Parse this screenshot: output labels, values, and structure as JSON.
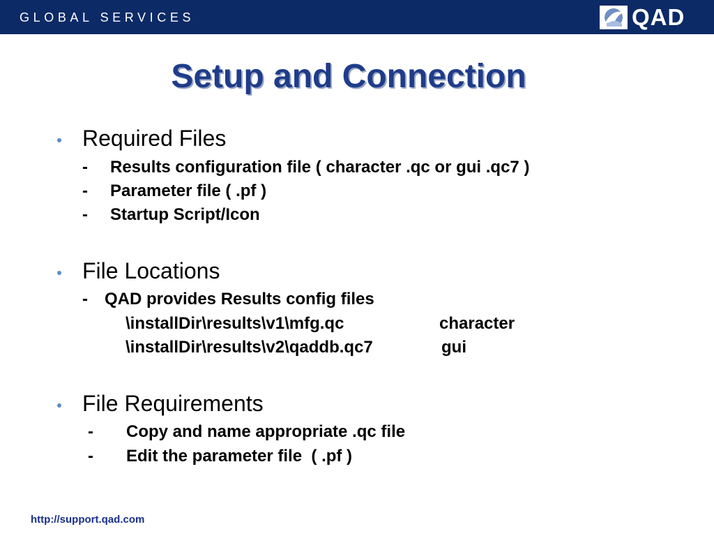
{
  "header": {
    "title": "GLOBAL SERVICES",
    "logo_text": "QAD",
    "bar_color": "#0c2a66"
  },
  "slide": {
    "title": "Setup and Connection",
    "title_color": "#1f3c8a"
  },
  "sections": [
    {
      "heading": "Required Files",
      "items": [
        {
          "dash": "-",
          "text": "Results configuration file ( character .qc or gui .qc7 )"
        },
        {
          "dash": "-",
          "text": "Parameter file ( .pf )"
        },
        {
          "dash": "-",
          "text": "Startup Script/Icon"
        }
      ]
    },
    {
      "heading": "File Locations",
      "items": [
        {
          "dash": "-",
          "text": "QAD provides Results config files"
        }
      ],
      "paths": [
        {
          "path": "\\installDir\\results\\v1\\mfg.qc",
          "type": "character"
        },
        {
          "path": "\\installDir\\results\\v2\\qaddb.qc7",
          "type": "gui"
        }
      ]
    },
    {
      "heading": "File Requirements",
      "items": [
        {
          "dash": "-",
          "text": "Copy and name appropriate .qc file"
        },
        {
          "dash": "-",
          "text": "Edit the parameter file  ( .pf )"
        }
      ]
    }
  ],
  "footer": {
    "link": "http://support.qad.com"
  },
  "icons": {
    "bullet": "bullet-dot-icon",
    "logo": "qad-logo-icon"
  }
}
